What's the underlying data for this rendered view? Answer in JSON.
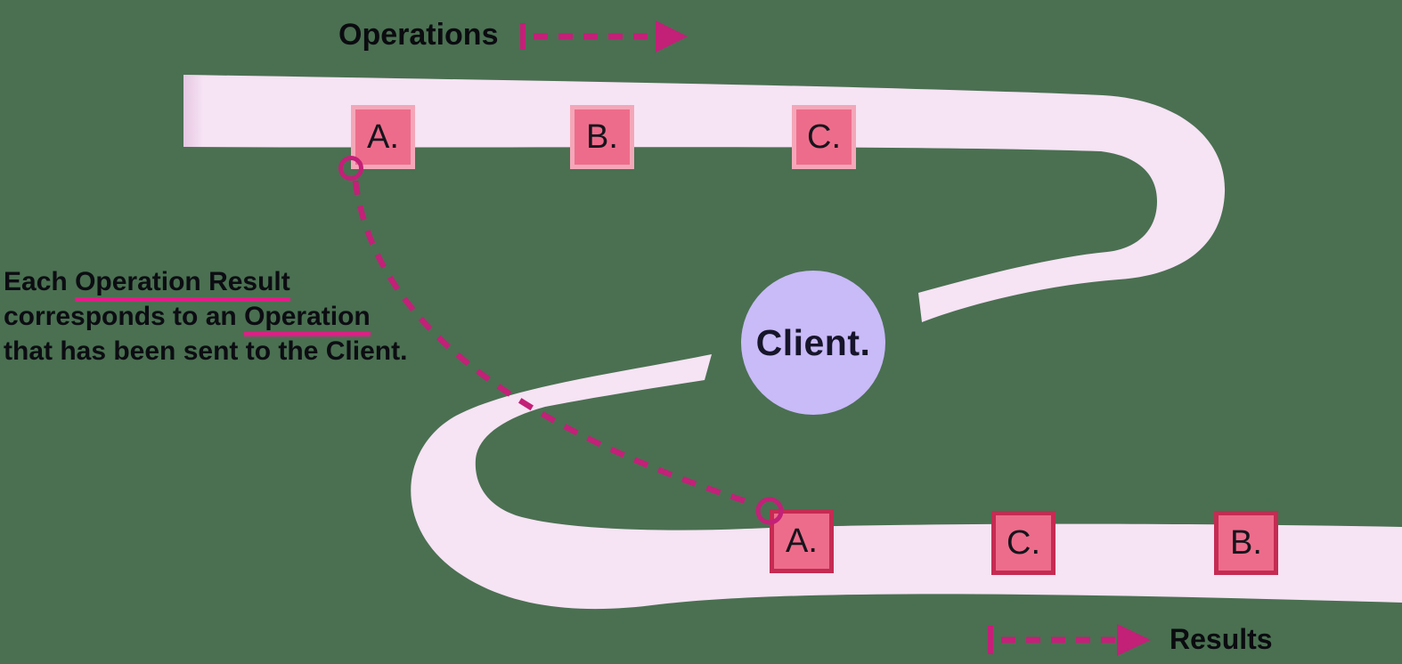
{
  "diagram": {
    "title_hint": "operations-results-flow",
    "background_color": "#4A7051"
  },
  "labels": {
    "operations": "Operations",
    "results": "Results"
  },
  "client": {
    "label": "Client."
  },
  "note": {
    "seg_each": "Each",
    "seg_operation_result": "Operation Result",
    "seg_corresponds": "corresponds to an",
    "seg_operation": "Operation",
    "seg_sent": "that has been sent to the",
    "seg_client": "Client."
  },
  "boxes": {
    "top": [
      {
        "label": "A."
      },
      {
        "label": "B."
      },
      {
        "label": "C."
      }
    ],
    "bottom": [
      {
        "label": "A."
      },
      {
        "label": "C."
      },
      {
        "label": "B."
      }
    ]
  },
  "colors": {
    "background": "#4A7051",
    "ribbon_pink": "#F6E3F4",
    "box_fill": "#EE6C8B",
    "box_border_top_row": "#F4A7B9",
    "box_border_bottom_row": "#C52B53",
    "client_circle": "#C9BAF8",
    "accent_magenta": "#C32078",
    "underline_pink": "#E01E87",
    "text_black": "#0C0C12"
  }
}
